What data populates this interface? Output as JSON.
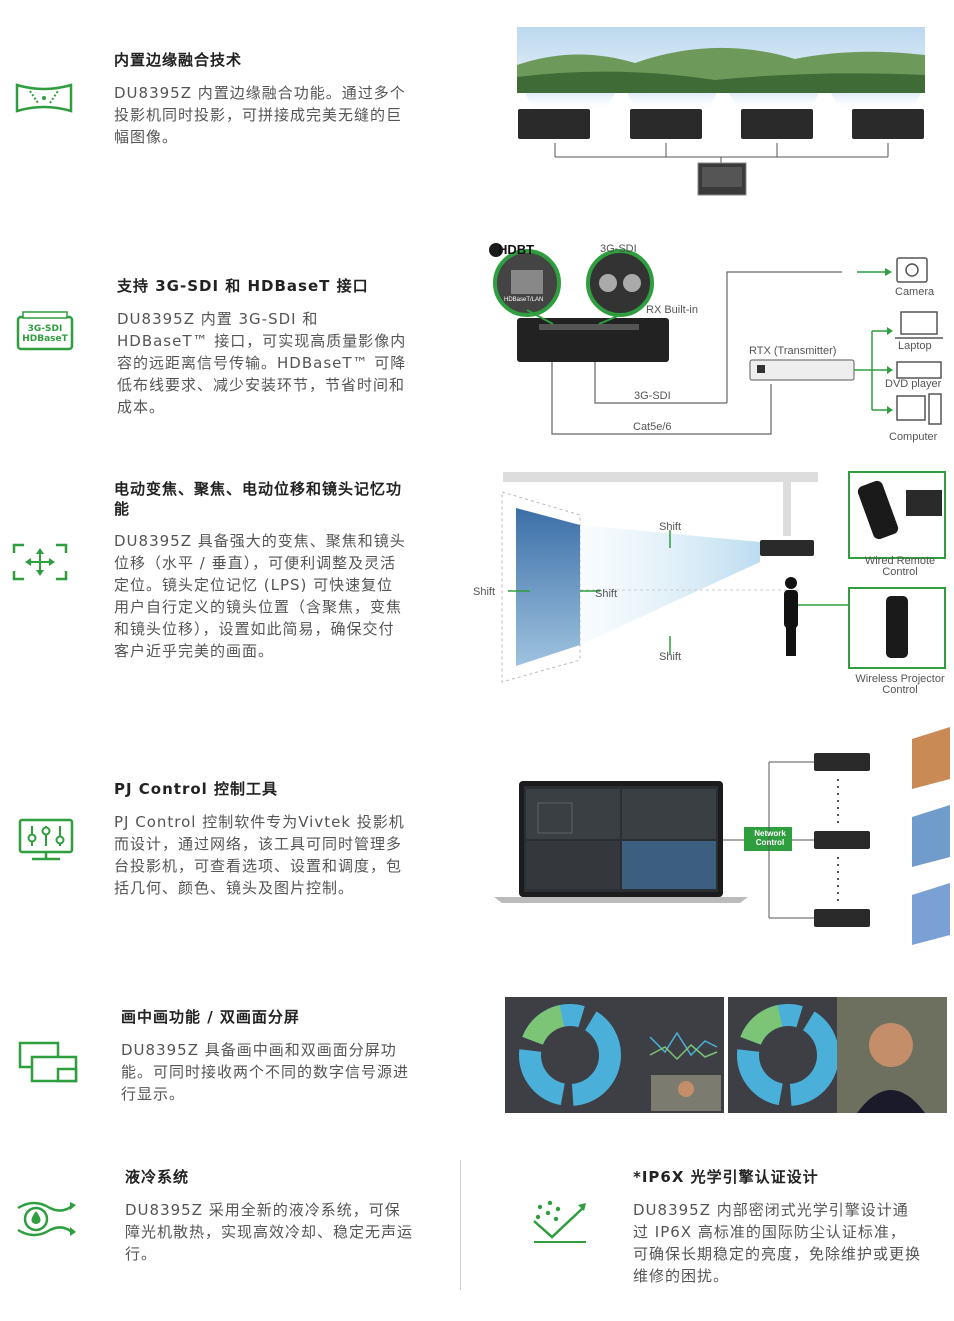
{
  "sections": {
    "edge_blend": {
      "title": "内置边缘融合技术",
      "body": "DU8395Z 内置边缘融合功能。通过多个投影机同时投影，可拼接成完美无缝的巨幅图像。"
    },
    "sdi": {
      "title": "支持 3G-SDI 和 HDBaseT 接口",
      "body": "DU8395Z 内置 3G-SDI 和 HDBaseT™ 接口，可实现高质量影像内容的远距离信号传输。HDBaseT™ 可降低布线要求、减少安装环节，节省时间和成本。",
      "icon_text_top": "3G-SDI",
      "icon_text_bottom": "HDBaseT"
    },
    "lens": {
      "title": "电动变焦、聚焦、电动位移和镜头记忆功能",
      "body": "DU8395Z 具备强大的变焦、聚焦和镜头位移（水平 / 垂直），可便利调整及灵活定位。镜头定位记忆 (LPS) 可快速复位用户自行定义的镜头位置（含聚焦，变焦和镜头位移），设置如此简易，确保交付客户近乎完美的画面。"
    },
    "pj": {
      "title": "PJ Control 控制工具",
      "body": "PJ Control 控制软件专为Vivtek 投影机而设计，通过网络，该工具可同时管理多台投影机，可查看选项、设置和调度，包括几何、颜色、镜头及图片控制。"
    },
    "pip": {
      "title": "画中画功能 / 双画面分屏",
      "body": "DU8395Z 具备画中画和双画面分屏功能。可同时接收两个不同的数字信号源进行显示。"
    },
    "liquid": {
      "title": "液冷系统",
      "body": "DU8395Z 采用全新的液冷系统，可保障光机散热，实现高效冷却、稳定无声运行。"
    },
    "ip6x": {
      "title": "*IP6X 光学引擎认证设计",
      "body": "DU8395Z 内部密闭式光学引擎设计通过 IP6X 高标准的国际防尘认证标准，可确保长期稳定的亮度，免除维护或更换维修的困扰。"
    }
  },
  "diagram_labels": {
    "hdbt": "HDBT",
    "sdi_top": "3G-SDI",
    "hdbaset_lan": "HDBaseT/LAN",
    "rx": "RX Built-in",
    "rtx": "RTX (Transmitter)",
    "camera": "Camera",
    "laptop": "Laptop",
    "dvd": "DVD player",
    "computer": "Computer",
    "sdi_bottom": "3G-SDI",
    "cat": "Cat5e/6",
    "shift_top": "Shift",
    "shift_left": "Shift",
    "shift_right": "Shift",
    "shift_bottom": "Shift",
    "wired_remote": "Wired Remote Control",
    "wireless": "Wireless Projector Control",
    "network_control": "Network Control"
  },
  "colors": {
    "accent": "#2e9e3e",
    "text": "#555555",
    "title": "#222222"
  }
}
